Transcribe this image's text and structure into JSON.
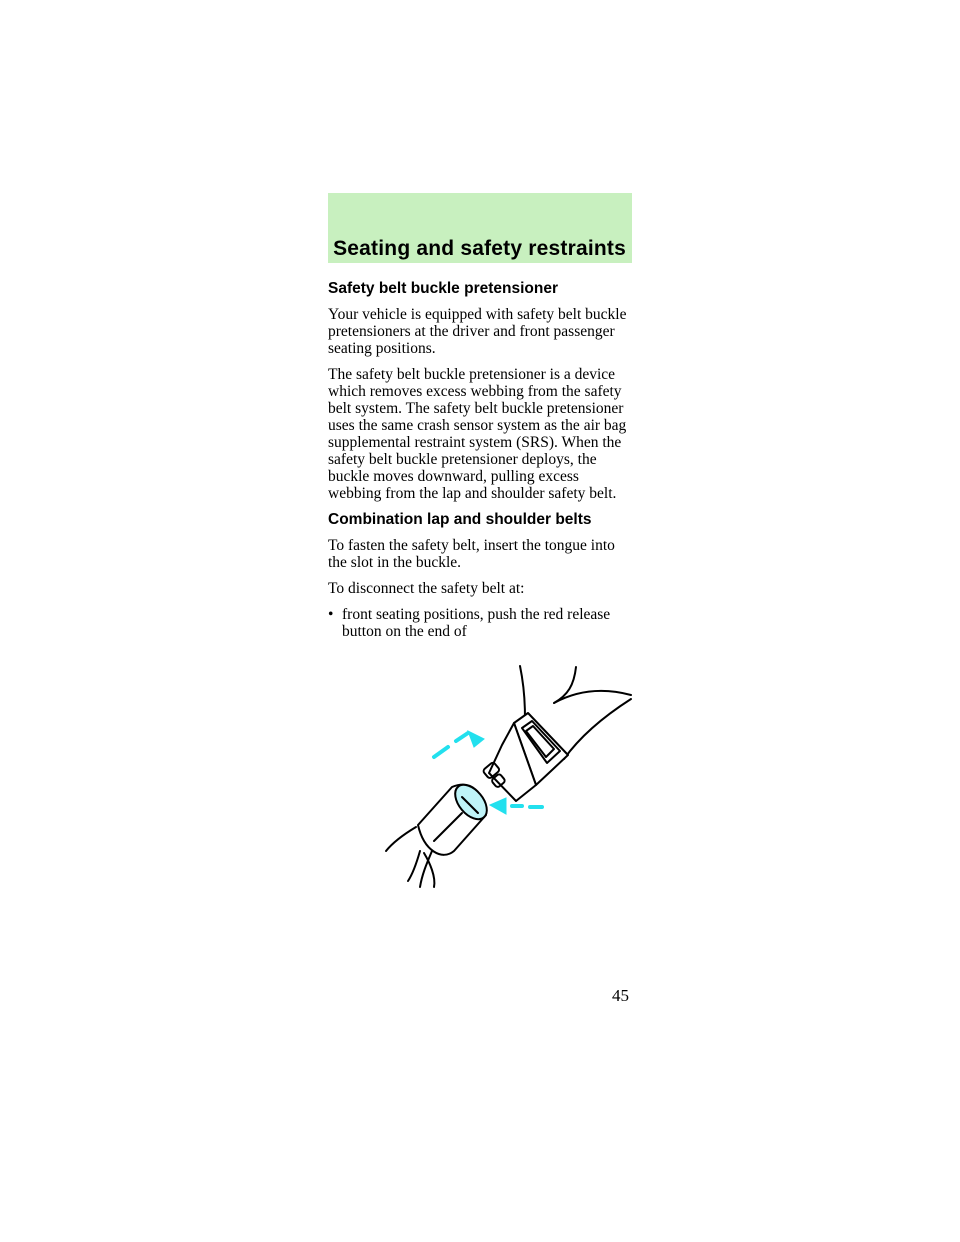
{
  "header": {
    "title": "Seating and safety restraints",
    "band_color": "#c8f0bf"
  },
  "sections": [
    {
      "heading": "Safety belt buckle pretensioner",
      "paragraphs": [
        "Your vehicle is equipped with safety belt buckle pretensioners at the driver and front passenger seating positions.",
        "The safety belt buckle pretensioner is a device which removes excess webbing from the safety belt system. The safety belt buckle pretensioner uses the same crash sensor system as the air bag supplemental restraint system (SRS). When the safety belt buckle pretensioner deploys, the buckle moves downward, pulling excess webbing from the lap and shoulder safety belt."
      ]
    },
    {
      "heading": "Combination lap and shoulder belts",
      "paragraphs": [
        "To fasten the safety belt, insert the tongue into the slot in the buckle.",
        "To disconnect the safety belt at:"
      ]
    }
  ],
  "bullets": [
    "front seating positions, push the red release button on the end of"
  ],
  "illustration": {
    "subject": "safety belt tongue being inserted into buckle",
    "arrow_color": "#22e0ee"
  },
  "page_number": "45"
}
